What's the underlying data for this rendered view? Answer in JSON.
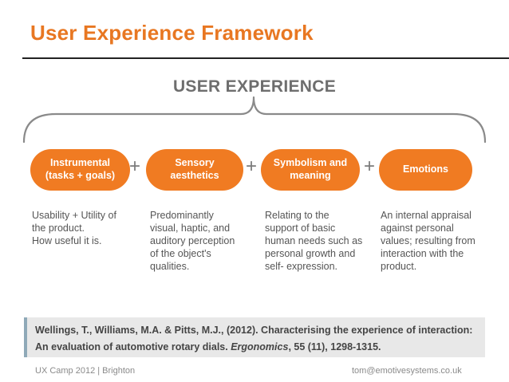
{
  "slide": {
    "title": "User Experience Framework"
  },
  "diagram": {
    "heading": "USER EXPERIENCE",
    "plus_symbol": "+",
    "pill_color": "#f07b22",
    "components": [
      {
        "label": "Instrumental\n(tasks + goals)",
        "description": "Usability + Utility of\nthe product.\nHow useful it is."
      },
      {
        "label": "Sensory\naesthetics",
        "description": "Predominantly\nvisual, haptic, and\nauditory perception\nof the object's\nqualities."
      },
      {
        "label": "Symbolism and\nmeaning",
        "description": "Relating to the\nsupport of basic\nhuman needs such as\npersonal growth and\nself- expression."
      },
      {
        "label": "Emotions",
        "description": "An internal appraisal\nagainst personal\nvalues; resulting from\ninteraction with the\nproduct."
      }
    ]
  },
  "reference": {
    "line1": "Wellings, T., Williams, M.A. & Pitts, M.J., (2012). Characterising the experience of interaction:",
    "line2_prefix": "An evaluation of automotive rotary dials. ",
    "journal": "Ergonomics",
    "line2_suffix": ", 55 (11), 1298-1315."
  },
  "footer": {
    "left": "UX Camp 2012 | Brighton",
    "right": "tom@emotivesystems.co.uk"
  }
}
